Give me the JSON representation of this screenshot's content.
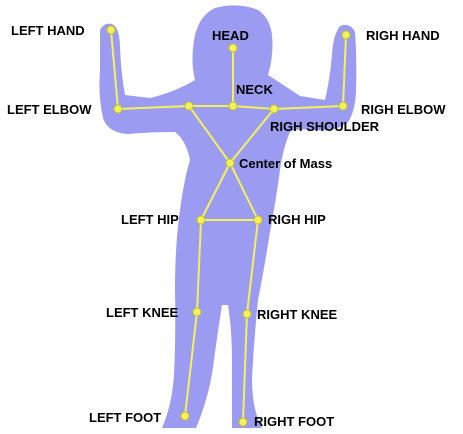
{
  "diagram": {
    "colors": {
      "silhouette": "#9b9bf2",
      "skeleton": "#f4f25a",
      "joint": "#f4f25a",
      "joint_stroke": "#c8c41e",
      "label": "#000000"
    },
    "joints": {
      "head": "HEAD",
      "neck": "NECK",
      "left_hand": "LEFT HAND",
      "right_hand": "RIGH HAND",
      "left_elbow": "LEFT ELBOW",
      "right_elbow": "RIGH ELBOW",
      "right_shoulder": "RIGH SHOULDER",
      "center_of_mass": "Center of Mass",
      "left_hip": "LEFT HIP",
      "right_hip": "RIGH HIP",
      "left_knee": "LEFT KNEE",
      "right_knee": "RIGHT KNEE",
      "left_foot": "LEFT FOOT",
      "right_foot": "RIGHT FOOT"
    }
  }
}
